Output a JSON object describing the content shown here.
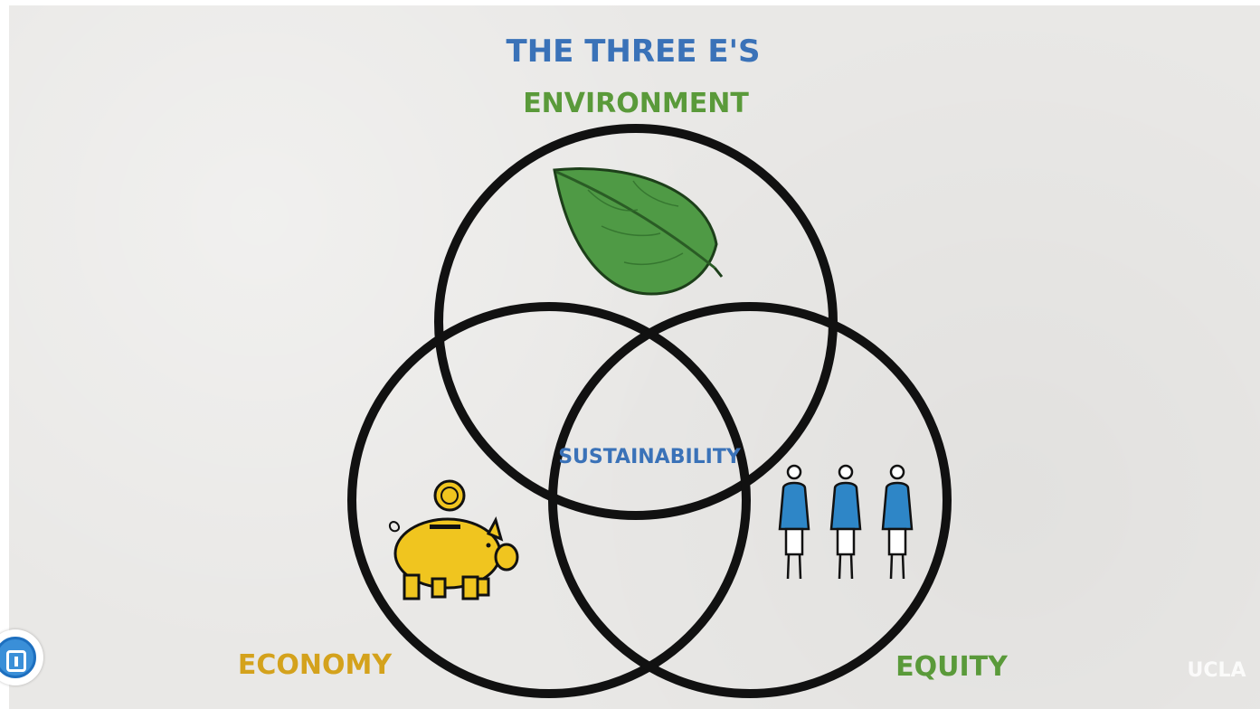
{
  "diagram": {
    "title": "THE THREE E'S",
    "center_label": "SUSTAINABILITY",
    "circles": {
      "environment": {
        "label": "ENVIRONMENT",
        "icon": "leaf-icon",
        "label_color": "#5a9a3a"
      },
      "economy": {
        "label": "ECONOMY",
        "icon": "piggy-bank-icon",
        "label_color": "#d4a21c"
      },
      "equity": {
        "label": "EQUITY",
        "icon": "people-icon",
        "label_color": "#5a9a3a"
      }
    },
    "colors": {
      "title": "#3a72b8",
      "center": "#3a72b8",
      "outline": "#111111",
      "leaf": "#4f9a45",
      "piggy": "#f0c51f",
      "people": "#2e86c7"
    }
  },
  "watermark": {
    "text": "UCLA"
  },
  "badge": {
    "icon": "info-app-icon"
  }
}
